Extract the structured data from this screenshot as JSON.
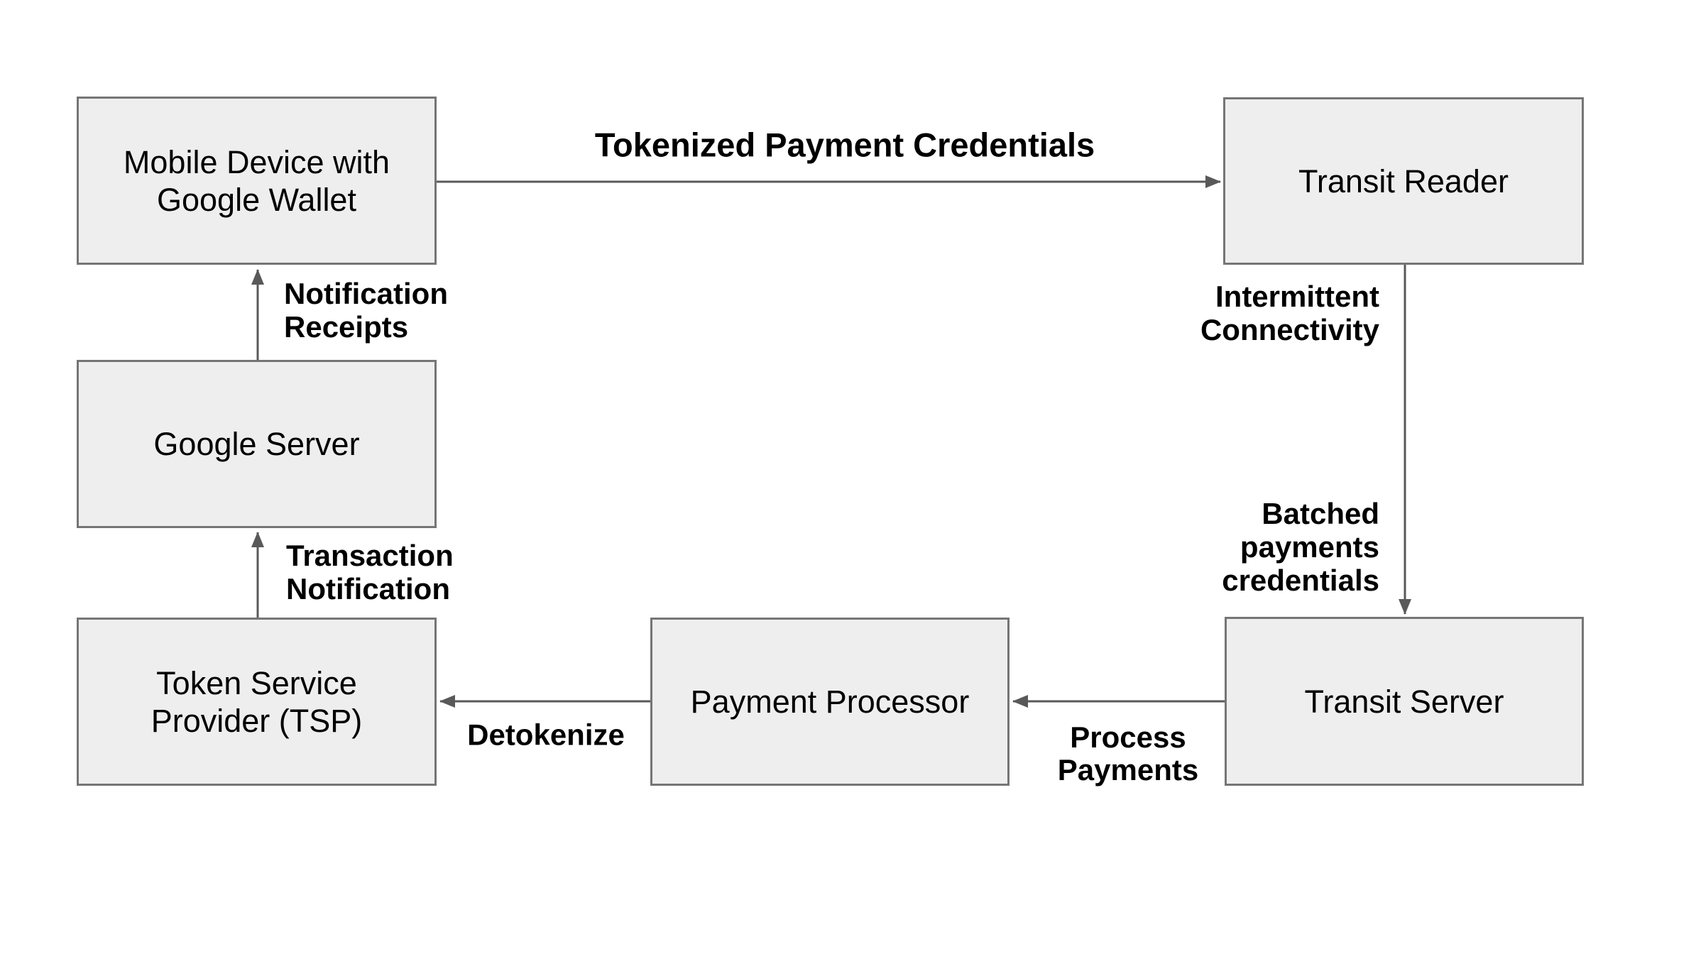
{
  "diagram": {
    "background_color": "#ffffff",
    "node_fill_color": "#eeeeee",
    "node_border_color": "#757575",
    "connector_color": "#595959",
    "text_color": "#000000",
    "nodes": [
      {
        "id": "mobile-device",
        "label": "Mobile Device with Google Wallet",
        "lines": [
          "Mobile Device with",
          "Google Wallet"
        ]
      },
      {
        "id": "transit-reader",
        "label": "Transit Reader",
        "lines": [
          "Transit Reader"
        ]
      },
      {
        "id": "google-server",
        "label": "Google Server",
        "lines": [
          "Google Server"
        ]
      },
      {
        "id": "token-service-provider",
        "label": "Token Service Provider (TSP)",
        "lines": [
          "Token Service",
          "Provider (TSP)"
        ]
      },
      {
        "id": "payment-processor",
        "label": "Payment Processor",
        "lines": [
          "Payment Processor"
        ]
      },
      {
        "id": "transit-server",
        "label": "Transit Server",
        "lines": [
          "Transit Server"
        ]
      }
    ],
    "edges": [
      {
        "from": "mobile-device",
        "to": "transit-reader",
        "label": "Tokenized Payment Credentials"
      },
      {
        "from": "google-server",
        "to": "mobile-device",
        "label": "Notification Receipts"
      },
      {
        "from": "token-service-provider",
        "to": "google-server",
        "label": "Transaction Notification"
      },
      {
        "from": "transit-reader",
        "to": "transit-server",
        "labels": [
          "Intermittent Connectivity",
          "Batched payments credentials"
        ]
      },
      {
        "from": "transit-server",
        "to": "payment-processor",
        "label": "Process Payments"
      },
      {
        "from": "payment-processor",
        "to": "token-service-provider",
        "label": "Detokenize"
      }
    ],
    "edge_labels": [
      {
        "id": "tokenized-payment-credentials",
        "lines": [
          "Tokenized Payment Credentials"
        ]
      },
      {
        "id": "notification-receipts",
        "lines": [
          "Notification",
          "Receipts"
        ]
      },
      {
        "id": "intermittent-connectivity",
        "lines": [
          "Intermittent",
          "Connectivity"
        ]
      },
      {
        "id": "batched-payments-credentials",
        "lines": [
          "Batched",
          "payments",
          "credentials"
        ]
      },
      {
        "id": "transaction-notification",
        "lines": [
          "Transaction",
          "Notification"
        ]
      },
      {
        "id": "detokenize",
        "lines": [
          "Detokenize"
        ]
      },
      {
        "id": "process-payments",
        "lines": [
          "Process",
          "Payments"
        ]
      }
    ]
  }
}
